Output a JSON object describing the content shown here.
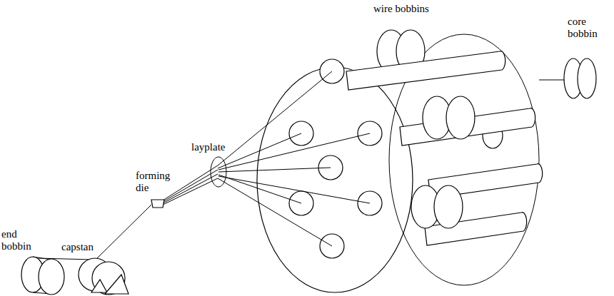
{
  "diagram": {
    "labels": [
      "wire bobbins",
      "core bobbin",
      "layplate",
      "forming die",
      "end bobbin",
      "capstan"
    ]
  }
}
